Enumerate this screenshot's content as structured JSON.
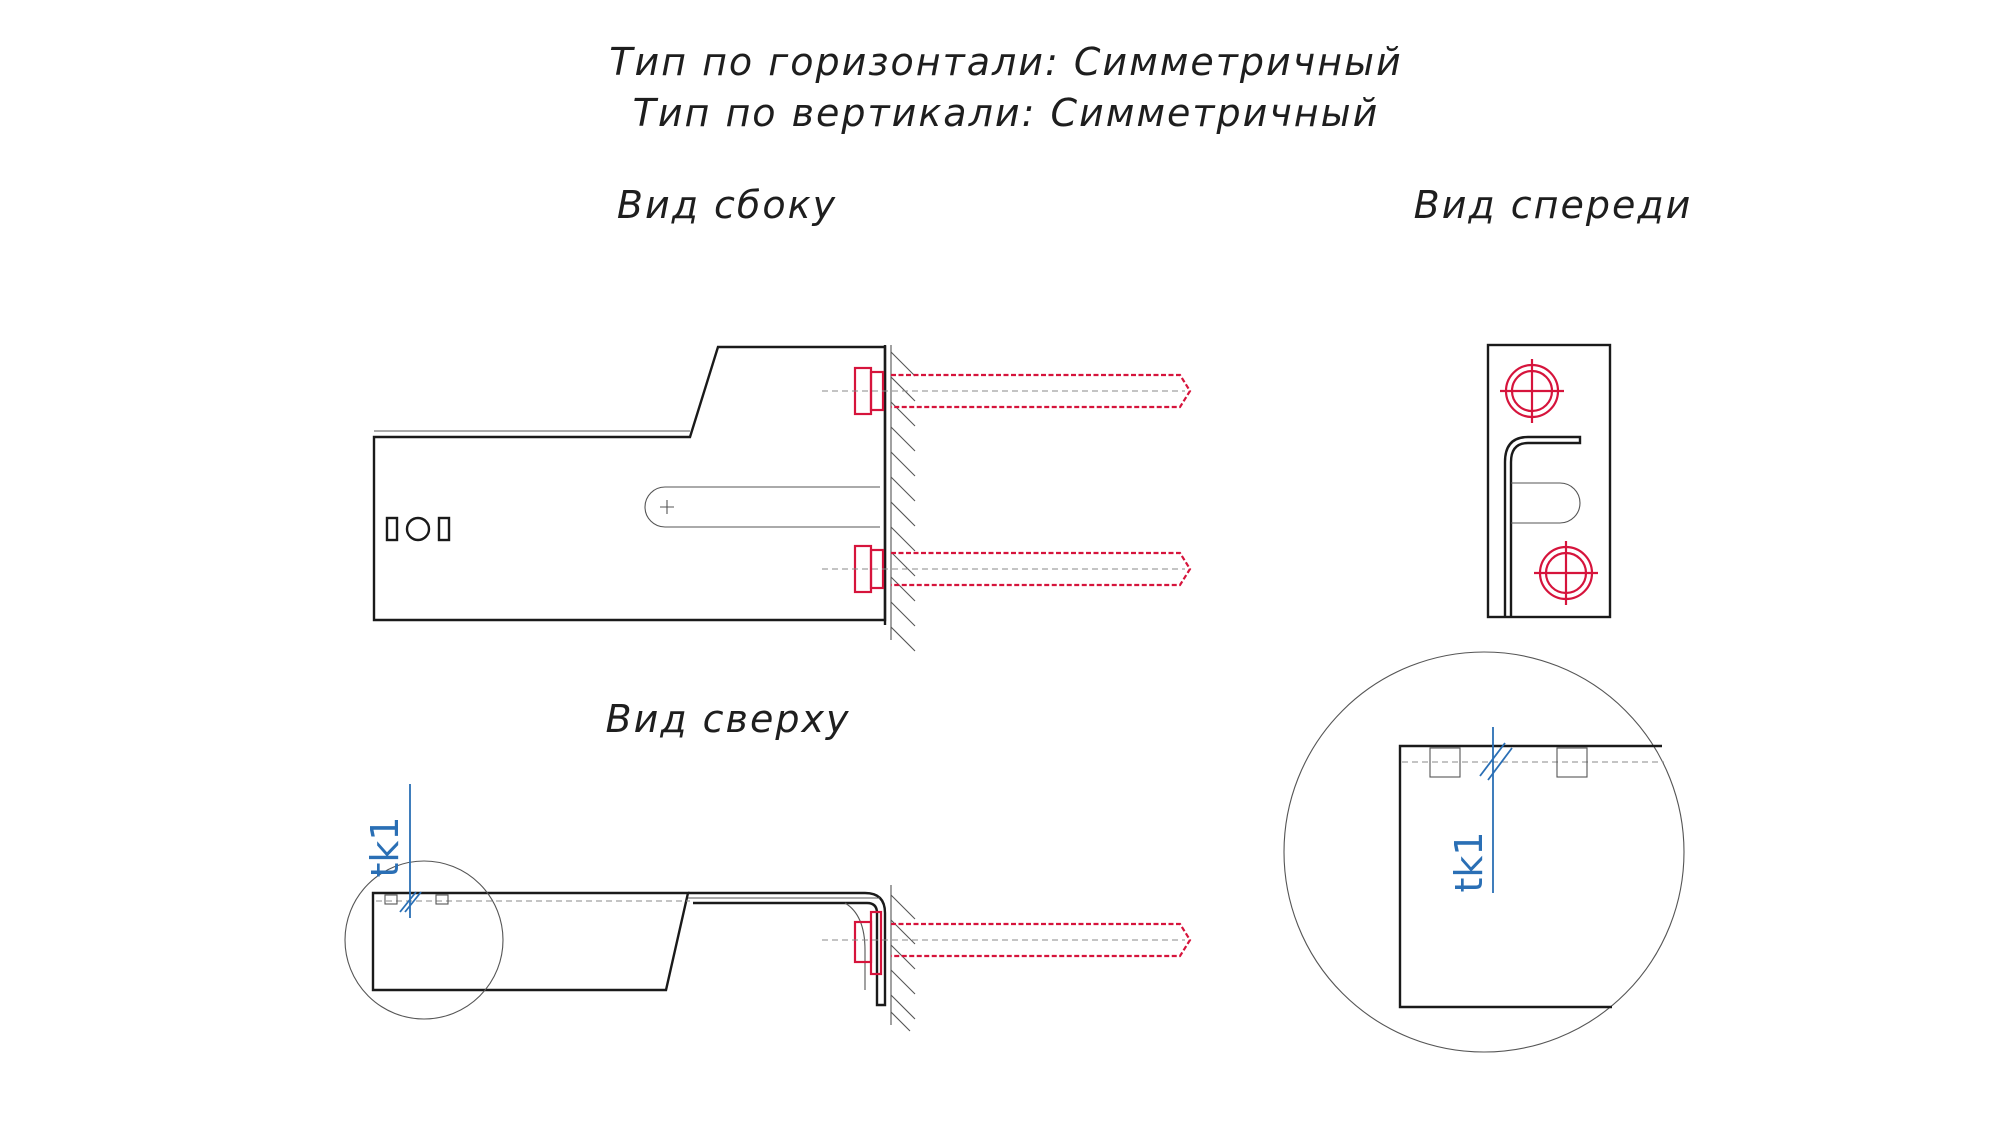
{
  "header": {
    "horizontal_type": "Тип по горизонтали: Симметричный",
    "vertical_type": "Тип по вертикали: Симметричный"
  },
  "views": {
    "side": "Вид сбоку",
    "front": "Вид спереди",
    "top": "Вид сверху"
  },
  "detail": {
    "tag": "tk1"
  },
  "colors": {
    "line": "#1a1a1a",
    "bolt": "#d6143c",
    "annotation": "#2a6fb5",
    "hidden": "#888888"
  }
}
